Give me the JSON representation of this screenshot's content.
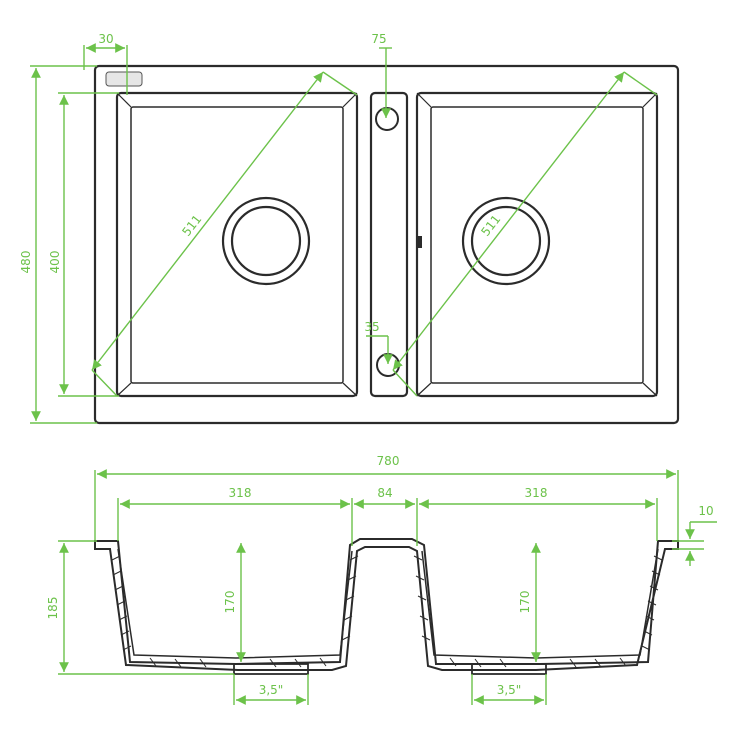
{
  "colors": {
    "dimension": "#6cc24a",
    "outline": "#2b2b2b",
    "background": "#ffffff"
  },
  "top_view": {
    "labels": {
      "flange": "30",
      "overflow_width": "75",
      "total_height": "480",
      "bowl_height": "400",
      "left_diagonal": "511",
      "right_diagonal": "511",
      "drain_offset": "35"
    }
  },
  "section_view": {
    "labels": {
      "total_width": "780",
      "left_bowl_width": "318",
      "divider_width": "84",
      "right_bowl_width": "318",
      "rim_height": "10",
      "total_depth": "185",
      "left_bowl_depth": "170",
      "right_bowl_depth": "170",
      "left_drain": "3,5\"",
      "right_drain": "3,5\""
    }
  }
}
